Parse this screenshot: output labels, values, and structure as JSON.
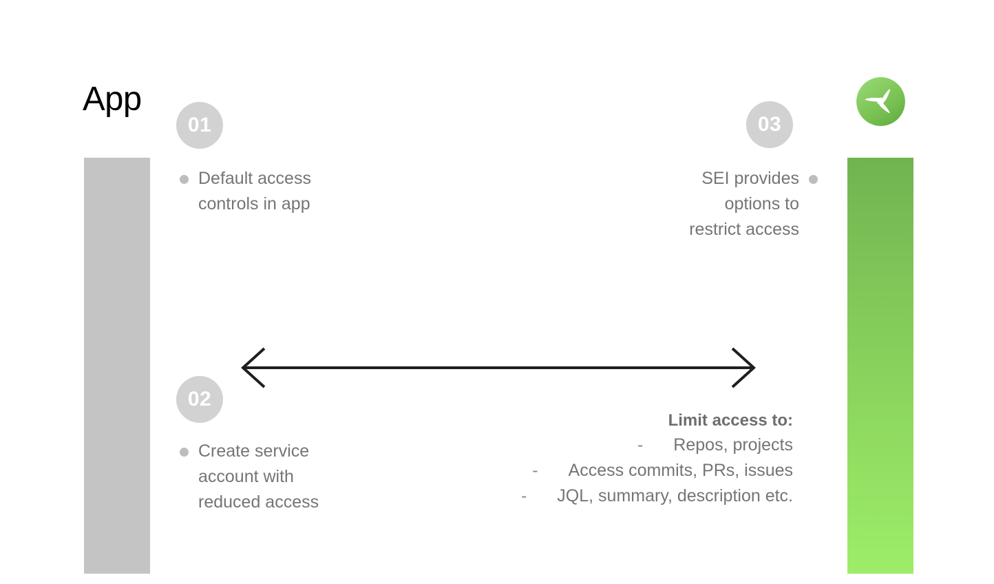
{
  "page": {
    "title": "App",
    "background_color": "#ffffff"
  },
  "colors": {
    "title_text": "#000000",
    "body_text": "#757575",
    "bullet_dot": "#bdbdbd",
    "badge_bg": "#d2d2d2",
    "badge_text": "#ffffff",
    "left_bar": "#c4c4c4",
    "green_bar_top": "#6fb44f",
    "green_bar_bottom": "#9ded69",
    "logo_green_top": "#8fd46a",
    "logo_green_bottom": "#6cb648",
    "arrow": "#1f1f1f"
  },
  "logo": {
    "icon": "propeller-icon",
    "shape": "three-blade-propeller-in-green-circle"
  },
  "bars": {
    "left_label": "app-column-bar",
    "right_label": "sei-column-bar"
  },
  "steps": [
    {
      "number": "01",
      "text": "Default access\ncontrols in app",
      "align": "left"
    },
    {
      "number": "02",
      "text": "Create service\naccount with\nreduced access",
      "align": "left"
    },
    {
      "number": "03",
      "text": "SEI provides\noptions to\nrestrict access",
      "align": "right"
    }
  ],
  "arrow": {
    "name": "bidirectional-arrow",
    "direction": "both"
  },
  "limit_access": {
    "title": "Limit access to:",
    "dash": "-",
    "items": [
      "Repos, projects",
      "Access commits, PRs, issues",
      "JQL, summary, description etc."
    ]
  }
}
